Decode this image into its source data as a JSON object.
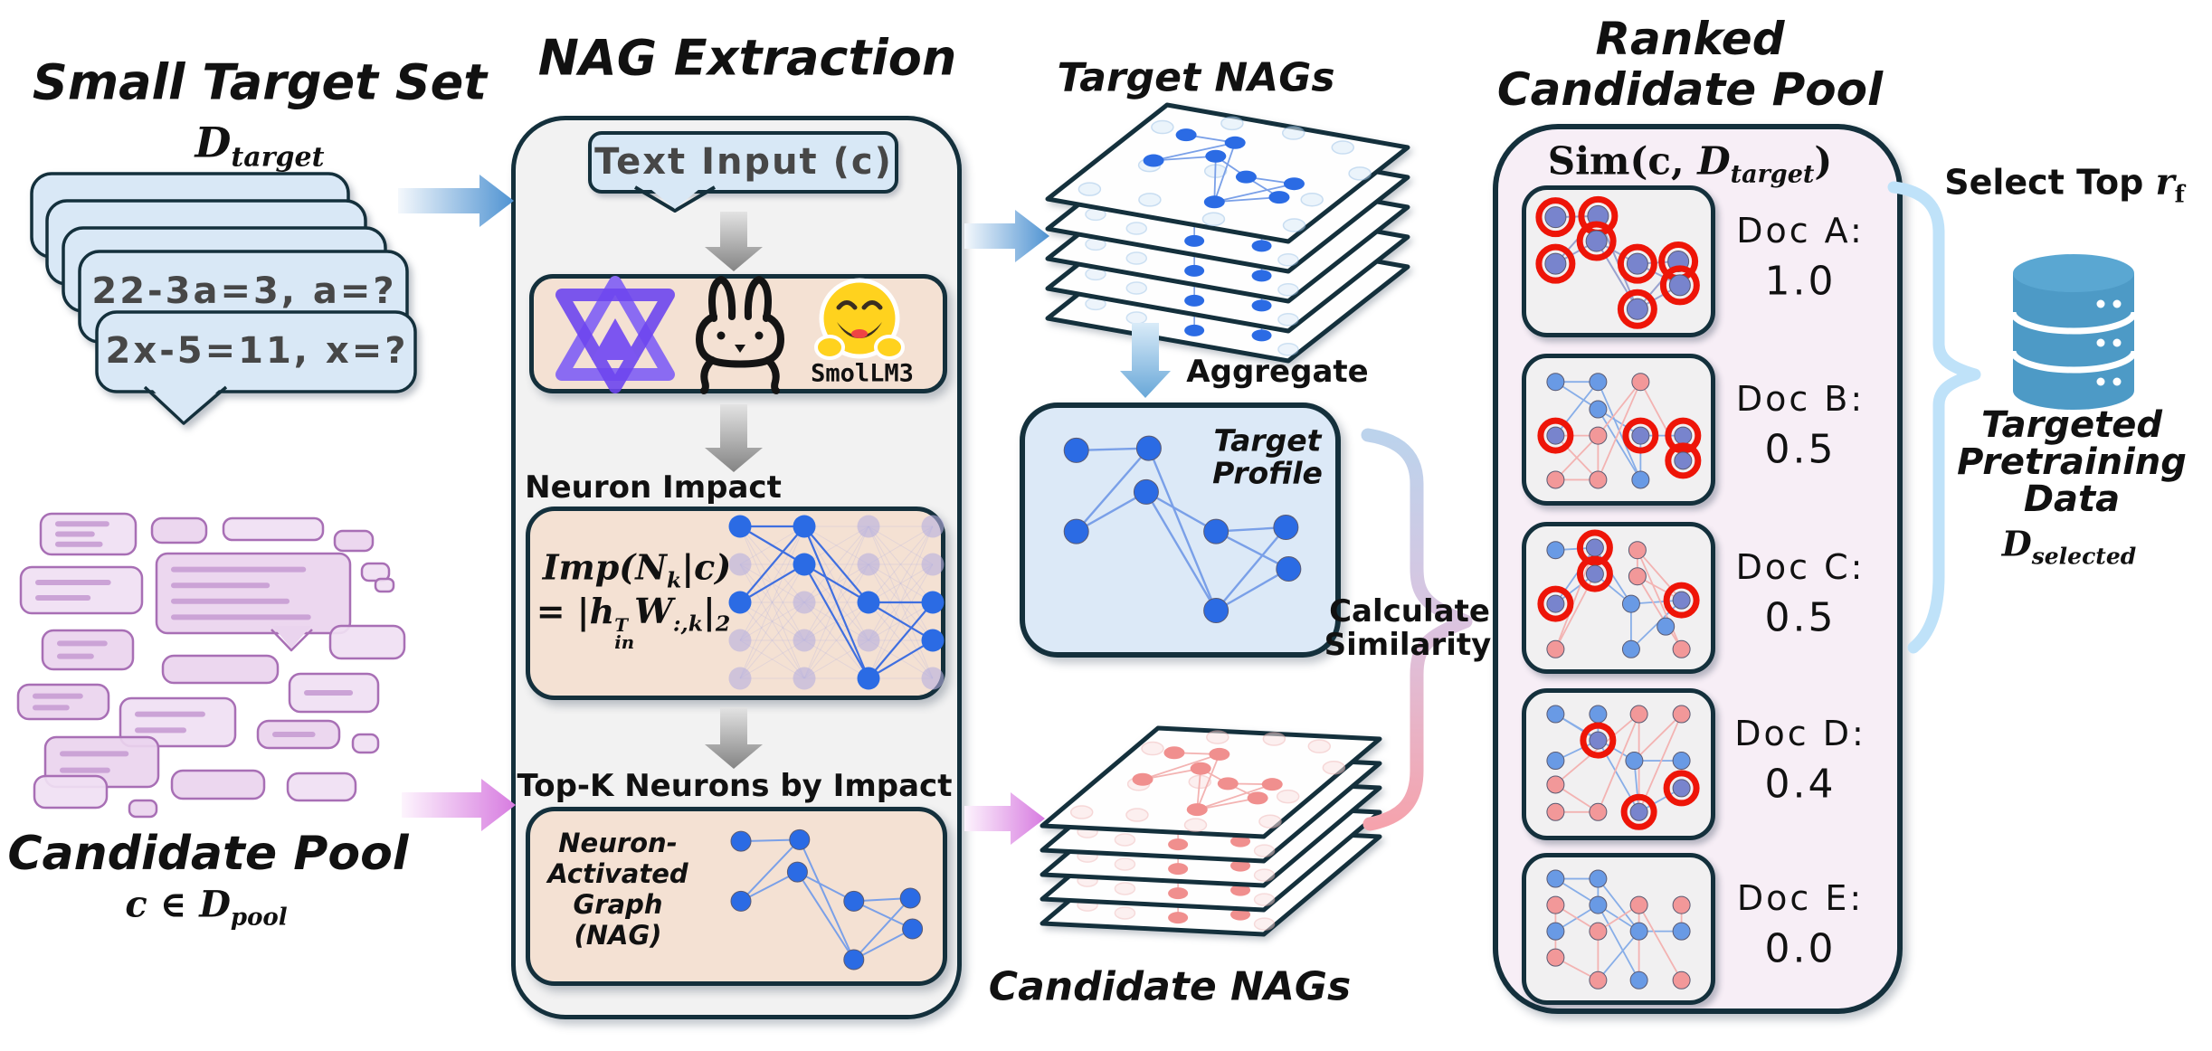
{
  "colors": {
    "ink": "#14303c",
    "blue_card": "#d9e8f6",
    "panel_gray": "#f2f2f2",
    "peach": "#f4e1d3",
    "profile_blue": "#dce9f7",
    "ranked_pink": "#f7eef6",
    "doc_card": "#f1f0f1",
    "node_blue": "#2b6be4",
    "edge_blue": "#7aa0e8",
    "faint_node": "#b6afe0",
    "faint_edge": "#b9b6dd",
    "node_pink": "#f08f8e",
    "edge_pink": "#f3b3b2",
    "faint_pink": "#f6d4d4",
    "node_slate": "#7884cd",
    "edge_slate": "#9aa3cf",
    "ring_red": "#ee1508",
    "mix_blue": "#699ae5",
    "mix_pink": "#f29899",
    "mix_blue_edge": "#88aee8",
    "arrow_blue": "#4f93d2",
    "arrow_pink": "#d77be0",
    "arrow_gray": "#848484",
    "arrow_agg": "#68a7d8",
    "bubble_fill": "#f0e0f3",
    "bubble_fill2": "#ead4ee",
    "bubble_border": "#a86fb5",
    "bubble_line": "#cba3d6",
    "db_blue": "#4d9ac6",
    "brace_select": "#bfe2f9",
    "brace_top": "#bcd3ec",
    "brace_bottom": "#f5a3ad",
    "text_gray": "#474747"
  },
  "target_set": {
    "title": "Small Target Set",
    "d_base": "D",
    "d_sub": "target",
    "card_text_1": "22-3a=3, a=?",
    "card_text_2": "2x-5=11, x=?"
  },
  "nag_extraction": {
    "title": "NAG Extraction",
    "text_input_label": "Text Input (c)",
    "model_label": "SmolLM3",
    "neuron_impact_label": "Neuron Impact",
    "formula": {
      "l1_imp": "Imp(",
      "l1_n": "N",
      "l1_sub": "k",
      "l1_post": "|c)",
      "l2_eq": "= |",
      "l2_h": "h",
      "l2_sup": "T",
      "l2_sub": "in",
      "l2_w": "W",
      "l2_wsub": ":,k",
      "l2_bar": "|",
      "l2_bsub": "2"
    },
    "topk_label": "Top-K Neurons by Impact",
    "nag_lines": [
      "Neuron-",
      "Activated",
      "Graph",
      "(NAG)"
    ]
  },
  "target_nags": {
    "title": "Target NAGs",
    "aggregate_label": "Aggregate"
  },
  "target_profile": {
    "label_lines": [
      "Target",
      "Profile"
    ]
  },
  "candidate_nags": {
    "label": "Candidate NAGs"
  },
  "candidate_pool": {
    "title": "Candidate Pool",
    "formula_c": "c",
    "formula_in": " ∈ ",
    "formula_d": "D",
    "formula_sub": "pool",
    "bubbles": [
      [
        45,
        568,
        105,
        45,
        3
      ],
      [
        168,
        573,
        60,
        27,
        0
      ],
      [
        247,
        573,
        110,
        24,
        0
      ],
      [
        370,
        587,
        42,
        22,
        0
      ],
      [
        23,
        627,
        134,
        51,
        2
      ],
      [
        173,
        612,
        214,
        88,
        4
      ],
      [
        400,
        623,
        30,
        19,
        0
      ],
      [
        47,
        697,
        100,
        43,
        2
      ],
      [
        365,
        692,
        82,
        36,
        0
      ],
      [
        180,
        725,
        127,
        30,
        0
      ],
      [
        320,
        745,
        98,
        42,
        1
      ],
      [
        20,
        757,
        100,
        38,
        2
      ],
      [
        133,
        772,
        127,
        53,
        2
      ],
      [
        285,
        797,
        90,
        30,
        1
      ],
      [
        390,
        812,
        28,
        20,
        0
      ],
      [
        50,
        815,
        125,
        55,
        2
      ],
      [
        38,
        858,
        80,
        35,
        0
      ],
      [
        190,
        852,
        102,
        31,
        0
      ],
      [
        318,
        855,
        75,
        30,
        0
      ],
      [
        143,
        885,
        30,
        18,
        0
      ],
      [
        415,
        640,
        20,
        14,
        0
      ]
    ]
  },
  "similarity": {
    "label_lines": [
      "Calculate",
      "Similarity"
    ]
  },
  "ranked_pool": {
    "title_lines": [
      "Ranked",
      "Candidate Pool"
    ],
    "sim_pre": "Sim(c, ",
    "sim_d": "D",
    "sim_sub": "target",
    "sim_post": ")",
    "docs": [
      {
        "label": "Doc A:",
        "score": "1.0",
        "graph": {
          "use": "profile_ringed"
        }
      },
      {
        "label": "Doc B:",
        "score": "0.5",
        "graph": {
          "nodes": [
            [
              0.1,
              0.1,
              "b",
              0
            ],
            [
              0.37,
              0.1,
              "b",
              0
            ],
            [
              0.64,
              0.1,
              "p",
              0
            ],
            [
              0.37,
              0.33,
              "b",
              0
            ],
            [
              0.1,
              0.55,
              "s",
              1
            ],
            [
              0.37,
              0.55,
              "p",
              0
            ],
            [
              0.64,
              0.55,
              "s",
              1
            ],
            [
              0.91,
              0.55,
              "s",
              1
            ],
            [
              0.91,
              0.76,
              "s",
              1
            ],
            [
              0.1,
              0.92,
              "p",
              0
            ],
            [
              0.37,
              0.92,
              "p",
              0
            ],
            [
              0.64,
              0.92,
              "b",
              0
            ]
          ],
          "edges": [
            [
              0,
              1,
              "b"
            ],
            [
              0,
              3,
              "b"
            ],
            [
              1,
              4,
              "b"
            ],
            [
              3,
              6,
              "b"
            ],
            [
              1,
              11,
              "b"
            ],
            [
              3,
              11,
              "b"
            ],
            [
              6,
              7,
              "b"
            ],
            [
              6,
              11,
              "b"
            ],
            [
              2,
              5,
              "p"
            ],
            [
              2,
              8,
              "p"
            ],
            [
              5,
              9,
              "p"
            ],
            [
              2,
              10,
              "p"
            ],
            [
              4,
              10,
              "p"
            ],
            [
              5,
              10,
              "p"
            ],
            [
              9,
              10,
              "p"
            ],
            [
              4,
              5,
              "p"
            ]
          ]
        }
      },
      {
        "label": "Doc C:",
        "score": "0.5",
        "graph": {
          "nodes": [
            [
              0.1,
              0.1,
              "b",
              0
            ],
            [
              0.35,
              0.08,
              "s",
              1
            ],
            [
              0.62,
              0.1,
              "p",
              0
            ],
            [
              0.35,
              0.3,
              "s",
              1
            ],
            [
              0.62,
              0.32,
              "p",
              0
            ],
            [
              0.1,
              0.55,
              "s",
              1
            ],
            [
              0.58,
              0.55,
              "b",
              0
            ],
            [
              0.9,
              0.52,
              "s",
              1
            ],
            [
              0.8,
              0.74,
              "b",
              0
            ],
            [
              0.1,
              0.93,
              "p",
              0
            ],
            [
              0.58,
              0.93,
              "b",
              0
            ],
            [
              0.9,
              0.93,
              "p",
              0
            ]
          ],
          "edges": [
            [
              0,
              1,
              "b"
            ],
            [
              1,
              3,
              "b"
            ],
            [
              1,
              5,
              "b"
            ],
            [
              3,
              5,
              "b"
            ],
            [
              1,
              6,
              "b"
            ],
            [
              3,
              6,
              "b"
            ],
            [
              6,
              7,
              "b"
            ],
            [
              6,
              10,
              "b"
            ],
            [
              7,
              10,
              "b"
            ],
            [
              2,
              4,
              "p"
            ],
            [
              2,
              7,
              "p"
            ],
            [
              4,
              7,
              "p"
            ],
            [
              9,
              1,
              "p"
            ],
            [
              9,
              3,
              "p"
            ],
            [
              4,
              11,
              "p"
            ],
            [
              2,
              11,
              "p"
            ]
          ]
        }
      },
      {
        "label": "Doc D:",
        "score": "0.4",
        "graph": {
          "nodes": [
            [
              0.1,
              0.08,
              "b",
              0
            ],
            [
              0.37,
              0.08,
              "b",
              0
            ],
            [
              0.63,
              0.08,
              "p",
              0
            ],
            [
              0.9,
              0.08,
              "p",
              0
            ],
            [
              0.37,
              0.3,
              "s",
              1
            ],
            [
              0.1,
              0.47,
              "b",
              0
            ],
            [
              0.6,
              0.47,
              "b",
              0
            ],
            [
              0.9,
              0.47,
              "b",
              0
            ],
            [
              0.1,
              0.67,
              "p",
              0
            ],
            [
              0.9,
              0.7,
              "s",
              1
            ],
            [
              0.1,
              0.9,
              "p",
              0
            ],
            [
              0.37,
              0.9,
              "p",
              0
            ],
            [
              0.63,
              0.9,
              "s",
              1
            ]
          ],
          "edges": [
            [
              0,
              4,
              "b"
            ],
            [
              1,
              4,
              "b"
            ],
            [
              0,
              6,
              "b"
            ],
            [
              4,
              12,
              "b"
            ],
            [
              6,
              7,
              "b"
            ],
            [
              6,
              12,
              "b"
            ],
            [
              9,
              12,
              "b"
            ],
            [
              5,
              4,
              "b"
            ],
            [
              2,
              8,
              "p"
            ],
            [
              2,
              11,
              "p"
            ],
            [
              3,
              12,
              "p"
            ],
            [
              8,
              11,
              "p"
            ],
            [
              10,
              11,
              "p"
            ],
            [
              3,
              6,
              "p"
            ],
            [
              2,
              12,
              "p"
            ]
          ]
        }
      },
      {
        "label": "Doc E:",
        "score": "0.0",
        "graph": {
          "nodes": [
            [
              0.1,
              0.08,
              "b",
              0
            ],
            [
              0.37,
              0.08,
              "b",
              0
            ],
            [
              0.1,
              0.3,
              "p",
              0
            ],
            [
              0.37,
              0.3,
              "b",
              0
            ],
            [
              0.63,
              0.3,
              "p",
              0
            ],
            [
              0.9,
              0.3,
              "p",
              0
            ],
            [
              0.1,
              0.52,
              "b",
              0
            ],
            [
              0.37,
              0.52,
              "p",
              0
            ],
            [
              0.63,
              0.52,
              "b",
              0
            ],
            [
              0.9,
              0.52,
              "b",
              0
            ],
            [
              0.1,
              0.74,
              "p",
              0
            ],
            [
              0.37,
              0.93,
              "p",
              0
            ],
            [
              0.63,
              0.93,
              "b",
              0
            ],
            [
              0.9,
              0.93,
              "p",
              0
            ]
          ],
          "edges": [
            [
              0,
              1,
              "b"
            ],
            [
              0,
              3,
              "b"
            ],
            [
              1,
              3,
              "b"
            ],
            [
              1,
              8,
              "b"
            ],
            [
              3,
              8,
              "b"
            ],
            [
              3,
              12,
              "b"
            ],
            [
              8,
              9,
              "b"
            ],
            [
              6,
              3,
              "b"
            ],
            [
              8,
              11,
              "b"
            ],
            [
              2,
              7,
              "p"
            ],
            [
              2,
              10,
              "p"
            ],
            [
              4,
              7,
              "p"
            ],
            [
              4,
              12,
              "p"
            ],
            [
              7,
              11,
              "p"
            ],
            [
              10,
              11,
              "p"
            ],
            [
              4,
              13,
              "p"
            ],
            [
              5,
              9,
              "p"
            ]
          ]
        }
      }
    ]
  },
  "selection": {
    "select_pre": "Select Top ",
    "select_r": "r",
    "select_sub": "f",
    "result_lines": [
      "Targeted",
      "Pretraining",
      "Data"
    ],
    "d_base": "D",
    "d_sub": "selected",
    "database_icon": "database-icon"
  },
  "graphs": {
    "profile": {
      "nodes": [
        [
          0.1,
          0.13
        ],
        [
          0.37,
          0.12
        ],
        [
          0.36,
          0.33
        ],
        [
          0.1,
          0.52
        ],
        [
          0.62,
          0.52
        ],
        [
          0.88,
          0.5
        ],
        [
          0.89,
          0.7
        ],
        [
          0.62,
          0.9
        ]
      ],
      "edges": [
        [
          0,
          1
        ],
        [
          1,
          3
        ],
        [
          2,
          3
        ],
        [
          2,
          4
        ],
        [
          1,
          7
        ],
        [
          2,
          7
        ],
        [
          4,
          5
        ],
        [
          4,
          6
        ],
        [
          5,
          7
        ],
        [
          6,
          7
        ]
      ]
    },
    "impact_grid": {
      "cols": 4,
      "rows": 5,
      "highlight": [
        [
          0,
          0
        ],
        [
          0,
          2
        ],
        [
          1,
          0
        ],
        [
          1,
          1
        ],
        [
          2,
          2
        ],
        [
          2,
          4
        ],
        [
          3,
          2
        ],
        [
          3,
          3
        ]
      ],
      "blue_edges": [
        [
          [
            0,
            0
          ],
          [
            1,
            0
          ]
        ],
        [
          [
            0,
            0
          ],
          [
            1,
            1
          ]
        ],
        [
          [
            0,
            2
          ],
          [
            1,
            0
          ]
        ],
        [
          [
            0,
            2
          ],
          [
            1,
            1
          ]
        ],
        [
          [
            1,
            0
          ],
          [
            2,
            2
          ]
        ],
        [
          [
            1,
            1
          ],
          [
            2,
            4
          ]
        ],
        [
          [
            1,
            0
          ],
          [
            2,
            4
          ]
        ],
        [
          [
            1,
            1
          ],
          [
            2,
            2
          ]
        ],
        [
          [
            2,
            2
          ],
          [
            3,
            2
          ]
        ],
        [
          [
            2,
            4
          ],
          [
            3,
            3
          ]
        ],
        [
          [
            2,
            4
          ],
          [
            3,
            2
          ]
        ],
        [
          [
            2,
            2
          ],
          [
            3,
            3
          ]
        ]
      ]
    }
  },
  "icons": [
    "qwen-logo",
    "llama-logo",
    "hugging-face-logo",
    "database-icon"
  ]
}
